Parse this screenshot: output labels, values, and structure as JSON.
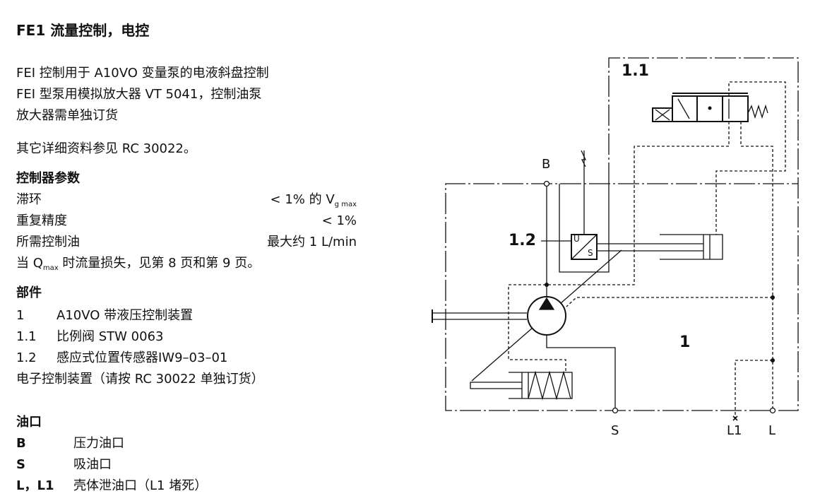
{
  "title": "FE1  流量控制，电控",
  "intro": [
    "FEI 控制用于 A10VO 变量泵的电液斜盘控制",
    "FEI 型泵用模拟放大器 VT 5041，控制油泵",
    "放大器需单独订货"
  ],
  "reference": "其它详细资料参见 RC 30022。",
  "params": {
    "heading": "控制器参数",
    "rows": [
      {
        "label": "滞环",
        "value": "< 1% 的 V",
        "sub": "g max"
      },
      {
        "label": "重复精度",
        "value": "< 1%"
      },
      {
        "label": "所需控制油",
        "value": "最大约 1  L/min"
      }
    ],
    "note_pre": "当 Q",
    "note_sub": "max",
    "note_post": " 时流量损失，见第 8 页和第 9 页。"
  },
  "parts": {
    "heading": "部件",
    "items": [
      {
        "num": "1",
        "text": "A10VO 带液压控制装置"
      },
      {
        "num": "1.1",
        "text": "比例阀 STW 0063"
      },
      {
        "num": "1.2",
        "text": "感应式位置传感器IW9–03–01"
      }
    ],
    "extra": "电子控制装置（请按 RC  30022 单独订货）"
  },
  "ports": {
    "heading": "油口",
    "items": [
      {
        "code": "B",
        "text": "压力油口"
      },
      {
        "code": "S",
        "text": "吸油口"
      },
      {
        "code": "L，L1",
        "text": "壳体泄油口（L1 堵死）"
      }
    ]
  },
  "diagram": {
    "label_11": "1.1",
    "label_12": "1.2",
    "label_1": "1",
    "port_B": "B",
    "port_S": "S",
    "port_L1": "L1",
    "port_L": "L",
    "sensor_U": "U",
    "sensor_S": "S"
  }
}
